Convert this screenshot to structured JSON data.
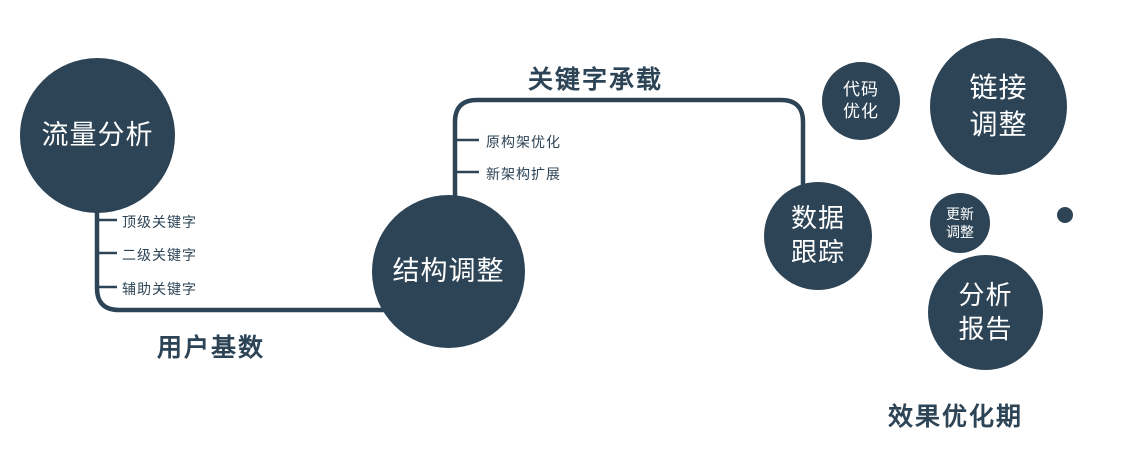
{
  "colors": {
    "navy": "#2d4456",
    "background": "#ffffff",
    "node_text": "#ffffff"
  },
  "nodes": {
    "traffic": {
      "label": "流量分析"
    },
    "structure": {
      "label": "结构调整"
    },
    "tracking": {
      "line1": "数据",
      "line2": "跟踪"
    },
    "code": {
      "line1": "代码",
      "line2": "优化"
    },
    "link": {
      "line1": "链接",
      "line2": "调整"
    },
    "update": {
      "line1": "更新",
      "line2": "调整"
    },
    "report": {
      "line1": "分析",
      "line2": "报告"
    }
  },
  "labels": {
    "keyword_carry": "关键字承载",
    "user_base": "用户基数",
    "phase": "效果优化期"
  },
  "branches_left": [
    "顶级关键字",
    "二级关键字",
    "辅助关键字"
  ],
  "branches_mid": [
    "原构架优化",
    "新架构扩展"
  ]
}
